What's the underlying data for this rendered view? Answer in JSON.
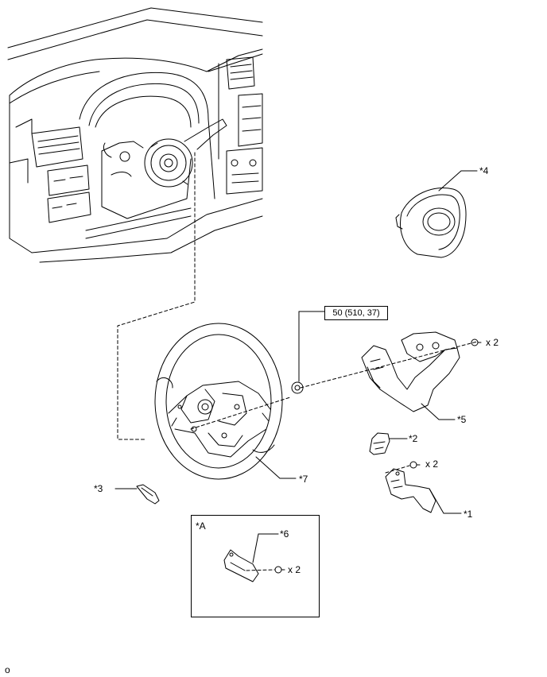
{
  "torque_spec": "50 (510, 37)",
  "callouts": {
    "p1": "*1",
    "p2": "*2",
    "p3": "*3",
    "p4": "*4",
    "p5": "*5",
    "p6": "*6",
    "p7": "*7",
    "inset": "*A"
  },
  "quantities": {
    "screw_cover": "x 2",
    "screw_switch": "x 2",
    "screw_inset": "x 2"
  },
  "figure_code": "o"
}
